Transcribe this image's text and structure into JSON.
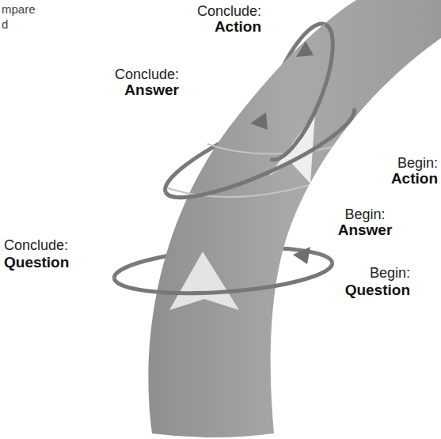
{
  "diagram": {
    "labels": [
      "mpare",
      "d",
      "Conclude:",
      "Action",
      "Conclude:",
      "Answer",
      "Begin:",
      "Action",
      "Begin:",
      "Answer",
      "Conclude:",
      "Question",
      "Begin:",
      "Question"
    ]
  }
}
